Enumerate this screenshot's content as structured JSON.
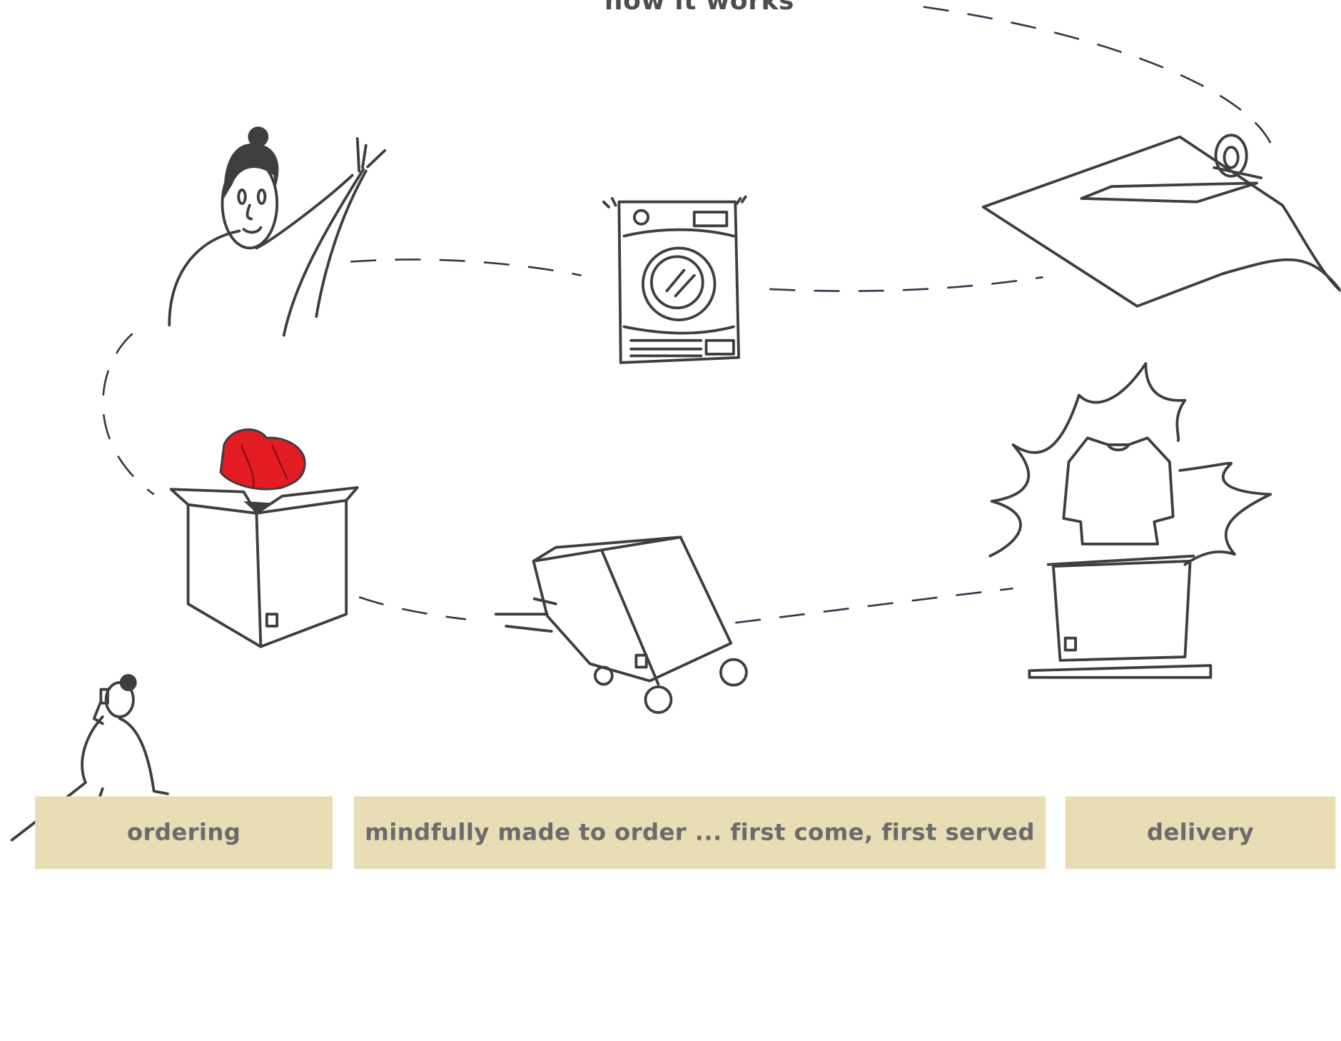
{
  "title": "how it works",
  "colors": {
    "label_background": "#e8ddb5",
    "label_text": "#6b6b6b",
    "ink": "#3e3e3e",
    "accent_red": "#e31b23",
    "dash_line": "#2d3a48"
  },
  "labels": [
    {
      "text": "ordering"
    },
    {
      "text": "mindfully made to order ... first come, first served"
    },
    {
      "text": "delivery"
    }
  ],
  "illustrations": [
    "person-ordering-illustration",
    "washing-machine-illustration",
    "fabric-sheet-illustration",
    "open-box-with-red-garment-illustration",
    "moving-cart-box-illustration",
    "shirt-reveal-box-illustration",
    "sitting-person-phone-illustration"
  ]
}
